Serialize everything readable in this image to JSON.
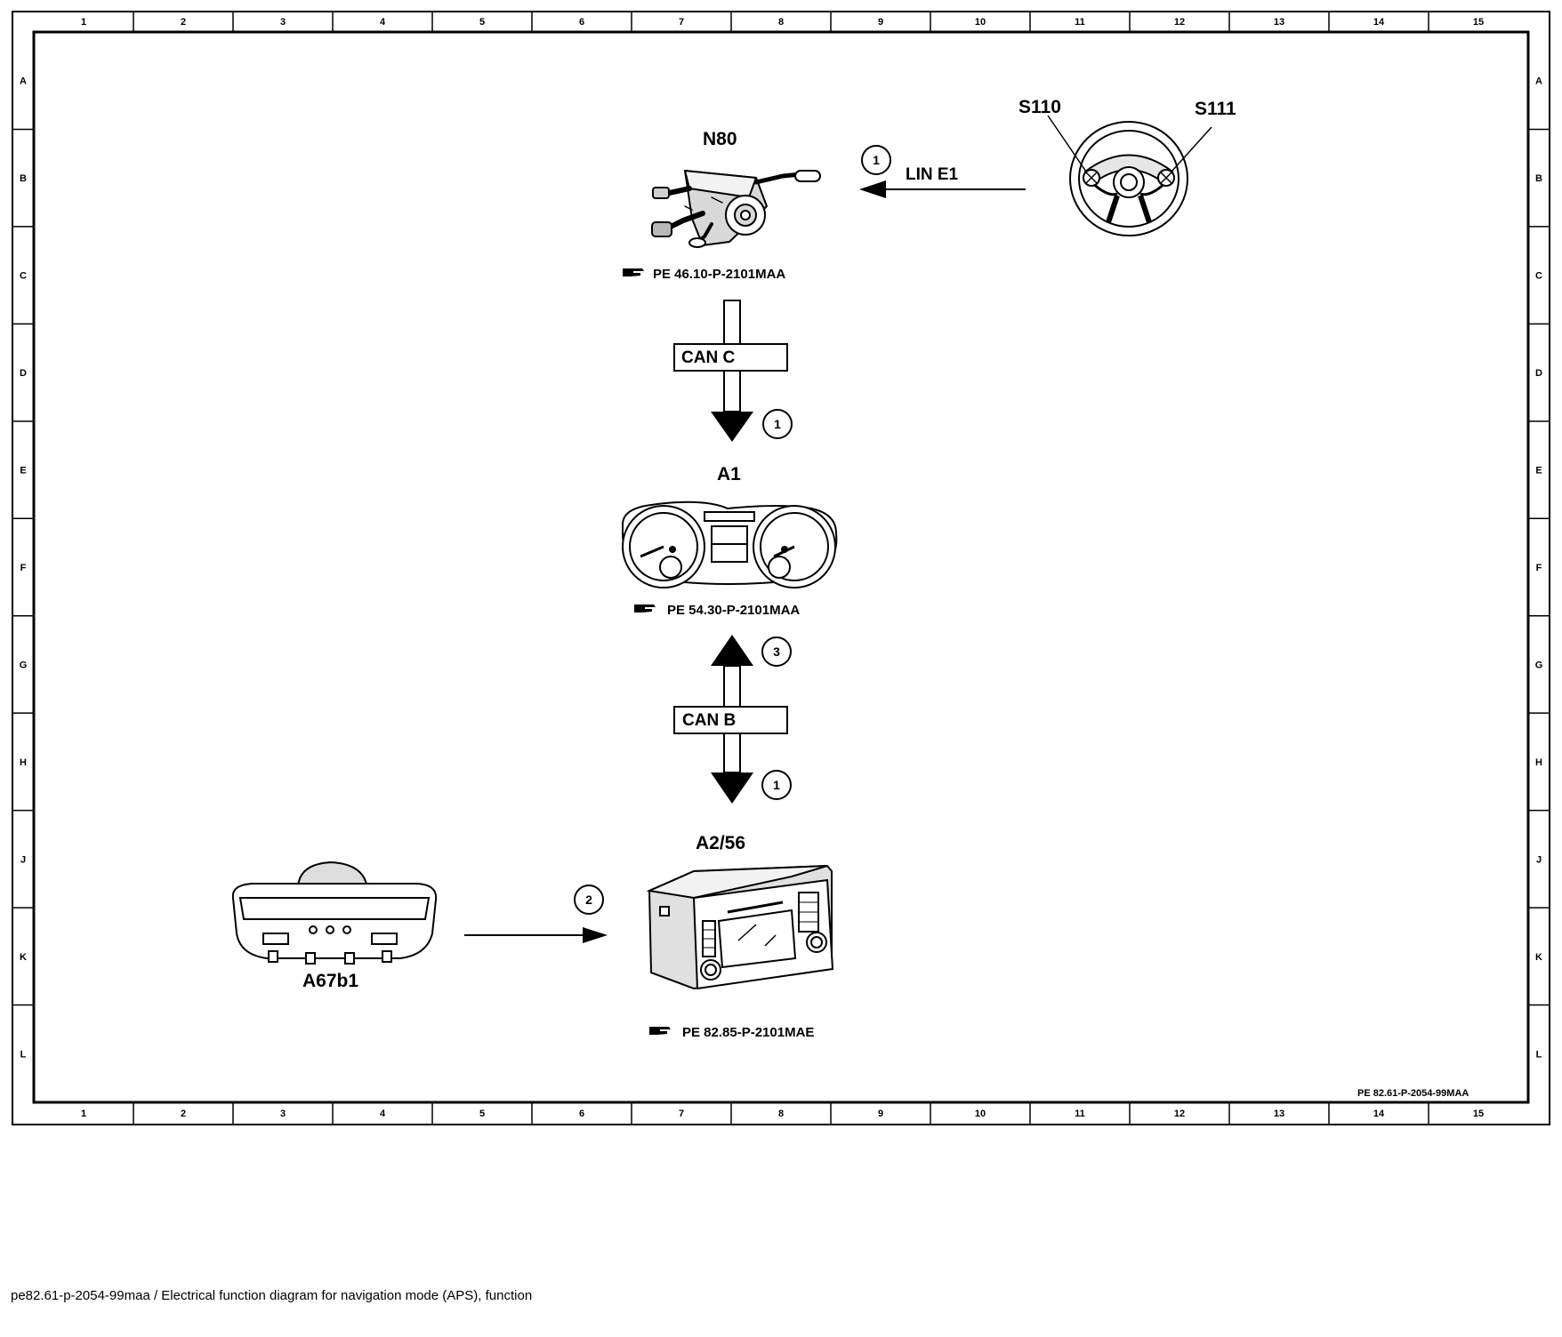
{
  "grid": {
    "columns": [
      "1",
      "2",
      "3",
      "4",
      "5",
      "6",
      "7",
      "8",
      "9",
      "10",
      "11",
      "12",
      "13",
      "14",
      "15"
    ],
    "rows": [
      "A",
      "B",
      "C",
      "D",
      "E",
      "F",
      "G",
      "H",
      "J",
      "K",
      "L"
    ]
  },
  "components": {
    "n80": {
      "label": "N80",
      "ref": "PE 46.10-P-2101MAA"
    },
    "steering_wheel": {
      "switch_left": "S110",
      "switch_right": "S111"
    },
    "a1": {
      "label": "A1",
      "ref": "PE 54.30-P-2101MAA"
    },
    "a2_56": {
      "label": "A2/56",
      "ref": "PE 82.85-P-2101MAE"
    },
    "a67b1": {
      "label": "A67b1"
    }
  },
  "connections": {
    "lin": {
      "label": "LIN E1",
      "step": "1"
    },
    "can_c": {
      "label": "CAN C",
      "step": "1"
    },
    "can_b": {
      "label": "CAN B",
      "step_up": "3",
      "step_down": "1"
    },
    "a67b1_link": {
      "step": "2"
    }
  },
  "doc_ref": "PE 82.61-P-2054-99MAA",
  "caption": "pe82.61-p-2054-99maa / Electrical function diagram for navigation mode (APS), function"
}
